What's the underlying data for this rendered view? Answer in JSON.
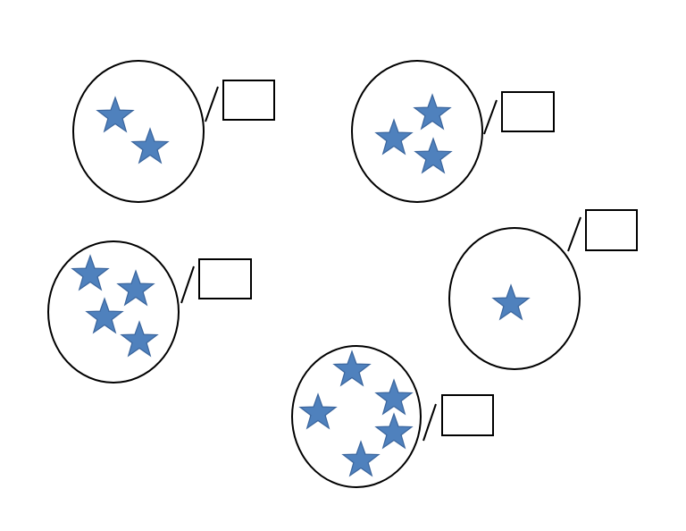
{
  "colors": {
    "star_fill": "#4f81bd",
    "star_stroke": "#3a659d",
    "outline": "#000000",
    "background": "#ffffff"
  },
  "groups": [
    {
      "id": "group-a",
      "star_count": 2,
      "answer": ""
    },
    {
      "id": "group-b",
      "star_count": 3,
      "answer": ""
    },
    {
      "id": "group-c",
      "star_count": 4,
      "answer": ""
    },
    {
      "id": "group-d",
      "star_count": 1,
      "answer": ""
    },
    {
      "id": "group-e",
      "star_count": 5,
      "answer": ""
    }
  ]
}
